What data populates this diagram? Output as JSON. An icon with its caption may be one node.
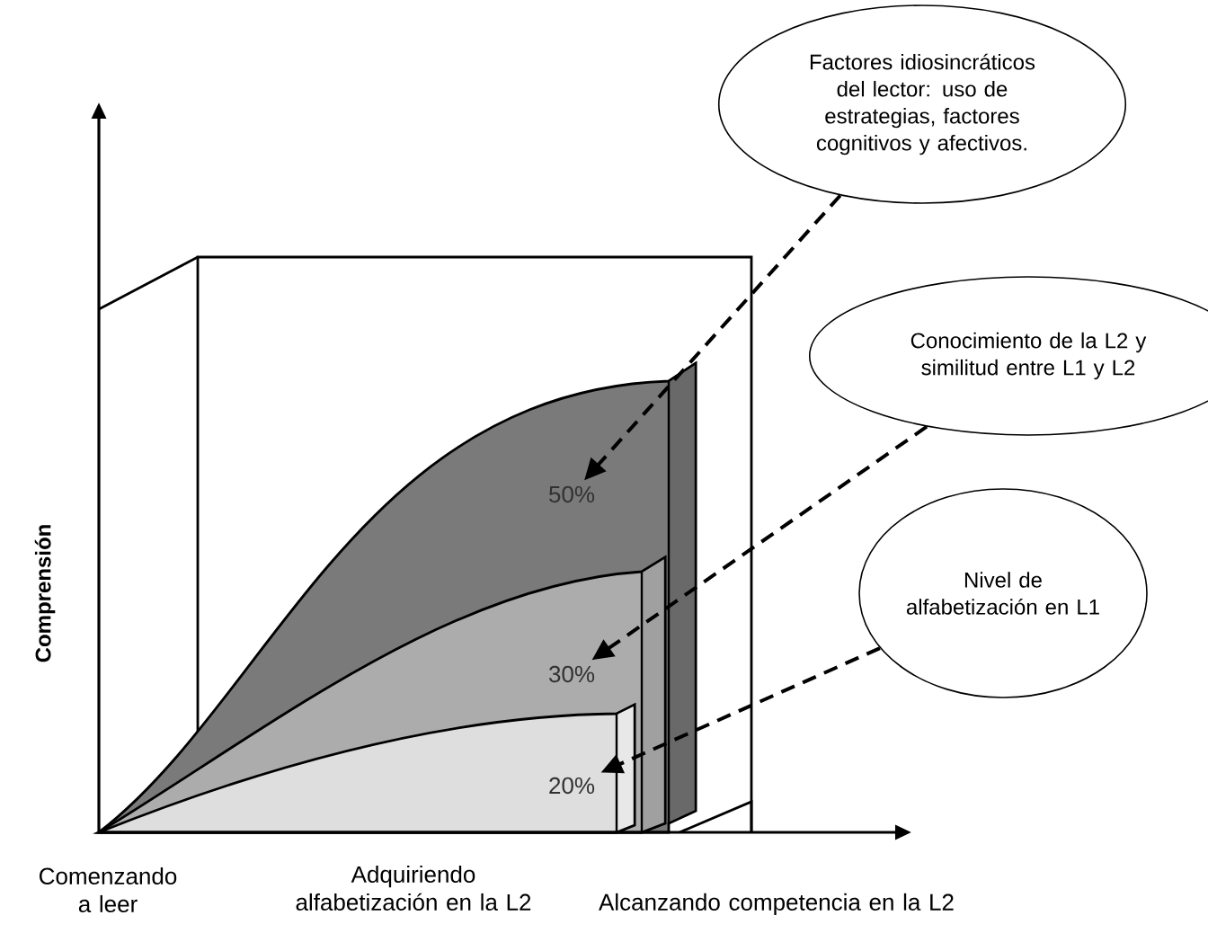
{
  "diagram": {
    "nodes": [
      {
        "text": [
          "Factores idiosincráticos del lector: uso de estrategias, factores cognitivos y afectivos."
        ]
      },
      {
        "text": [
          "Conocimiento de la L2 y similitud entre L1 y L2"
        ]
      },
      {
        "text": [
          "Nivel de alfabetización en L1"
        ]
      },
      {
        "text": [
          "50%"
        ]
      },
      {
        "text": [
          "30%"
        ]
      },
      {
        "text": [
          "20%"
        ]
      }
    ],
    "edges": [
      {
        "from": 0,
        "to": 3,
        "arrow": "to",
        "style": "dashed"
      },
      {
        "from": 1,
        "to": 4,
        "arrow": "to",
        "style": "dashed"
      },
      {
        "from": 2,
        "to": 5,
        "arrow": "to",
        "style": "dashed"
      }
    ],
    "labels": [
      "Comprensión",
      "Comenzando a leer",
      "Adquiriendo alfabetización en la L2",
      "Alcanzando competencia en la L2"
    ]
  }
}
